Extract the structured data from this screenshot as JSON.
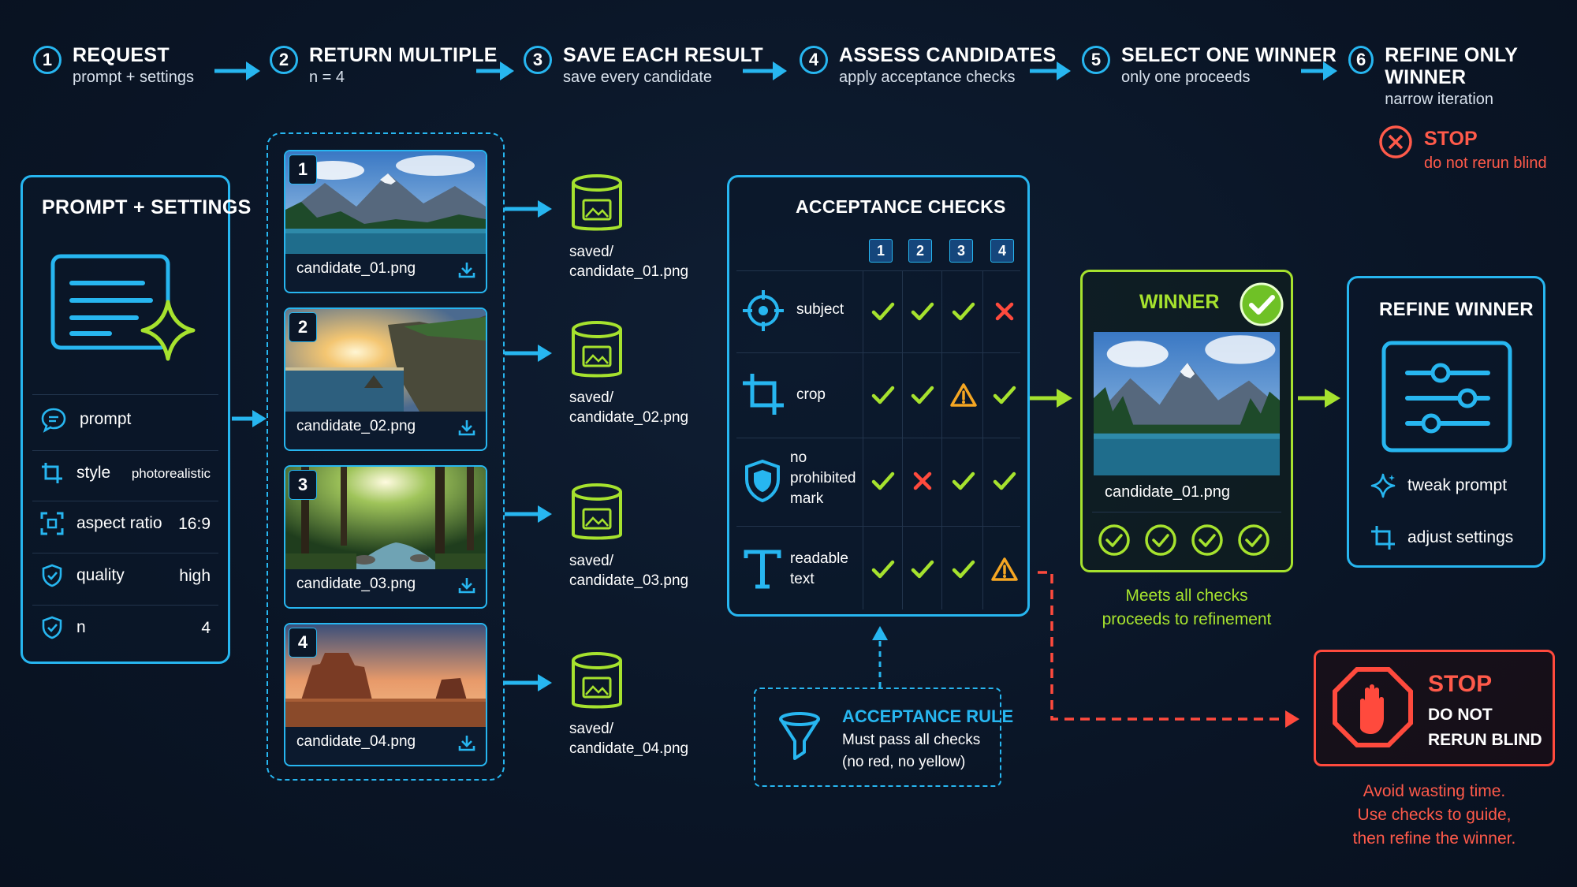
{
  "steps": [
    {
      "num": "1",
      "title": "REQUEST",
      "sub": "prompt + settings"
    },
    {
      "num": "2",
      "title": "RETURN MULTIPLE",
      "sub": "n = 4"
    },
    {
      "num": "3",
      "title": "SAVE EACH RESULT",
      "sub": "save every candidate"
    },
    {
      "num": "4",
      "title": "ASSESS CANDIDATES",
      "sub": "apply acceptance checks"
    },
    {
      "num": "5",
      "title": "SELECT ONE WINNER",
      "sub": "only one proceeds"
    },
    {
      "num": "6",
      "title": "REFINE ONLY WINNER",
      "sub": "narrow iteration"
    }
  ],
  "stop_small": {
    "title": "STOP",
    "sub": "do not rerun blind"
  },
  "prompt_panel": {
    "title": "PROMPT + SETTINGS",
    "rows": [
      {
        "icon": "chat-bubble-icon",
        "label": "prompt",
        "value": ""
      },
      {
        "icon": "crop-icon",
        "label": "style",
        "value": "photorealistic"
      },
      {
        "icon": "aspect-ratio-icon",
        "label": "aspect ratio",
        "value": "16:9"
      },
      {
        "icon": "shield-check-icon",
        "label": "quality",
        "value": "high"
      },
      {
        "icon": "shield-check-icon",
        "label": "n",
        "value": "4"
      }
    ]
  },
  "candidates": [
    {
      "num": "1",
      "file": "candidate_01.png",
      "scene": "mountain-lake"
    },
    {
      "num": "2",
      "file": "candidate_02.png",
      "scene": "coastal-sunset"
    },
    {
      "num": "3",
      "file": "candidate_03.png",
      "scene": "forest-stream"
    },
    {
      "num": "4",
      "file": "candidate_04.png",
      "scene": "desert-mesa"
    }
  ],
  "saved": [
    {
      "line1": "saved/",
      "line2": "candidate_01.png"
    },
    {
      "line1": "saved/",
      "line2": "candidate_02.png"
    },
    {
      "line1": "saved/",
      "line2": "candidate_03.png"
    },
    {
      "line1": "saved/",
      "line2": "candidate_04.png"
    }
  ],
  "checks": {
    "title": "ACCEPTANCE CHECKS",
    "columns": [
      "1",
      "2",
      "3",
      "4"
    ],
    "criteria": [
      {
        "icon": "target-icon",
        "label": "subject",
        "results": [
          "pass",
          "pass",
          "pass",
          "fail"
        ]
      },
      {
        "icon": "crop-icon",
        "label": "crop",
        "results": [
          "pass",
          "pass",
          "warn",
          "pass"
        ]
      },
      {
        "icon": "shield-icon",
        "label": "no prohibited mark",
        "results": [
          "pass",
          "fail",
          "pass",
          "pass"
        ]
      },
      {
        "icon": "text-icon",
        "label": "readable text",
        "results": [
          "pass",
          "pass",
          "pass",
          "warn"
        ]
      }
    ]
  },
  "rule": {
    "title": "ACCEPTANCE RULE",
    "line1": "Must pass all checks",
    "line2": "(no red, no yellow)"
  },
  "winner": {
    "title": "WINNER",
    "file": "candidate_01.png",
    "caption1": "Meets all checks",
    "caption2": "proceeds to refinement"
  },
  "refine": {
    "title": "REFINE WINNER",
    "tools": [
      "tweak prompt",
      "adjust settings"
    ]
  },
  "stop_big": {
    "title": "STOP",
    "line1": "DO NOT",
    "line2": "RERUN BLIND",
    "note1": "Avoid wasting time.",
    "note2": "Use checks to guide,",
    "note3": "then refine the winner."
  },
  "colors": {
    "accent": "#27b6f0",
    "pass": "#a6e22e",
    "fail": "#ff4a3d",
    "warn": "#f5a623",
    "stop": "#ff5a4a"
  }
}
